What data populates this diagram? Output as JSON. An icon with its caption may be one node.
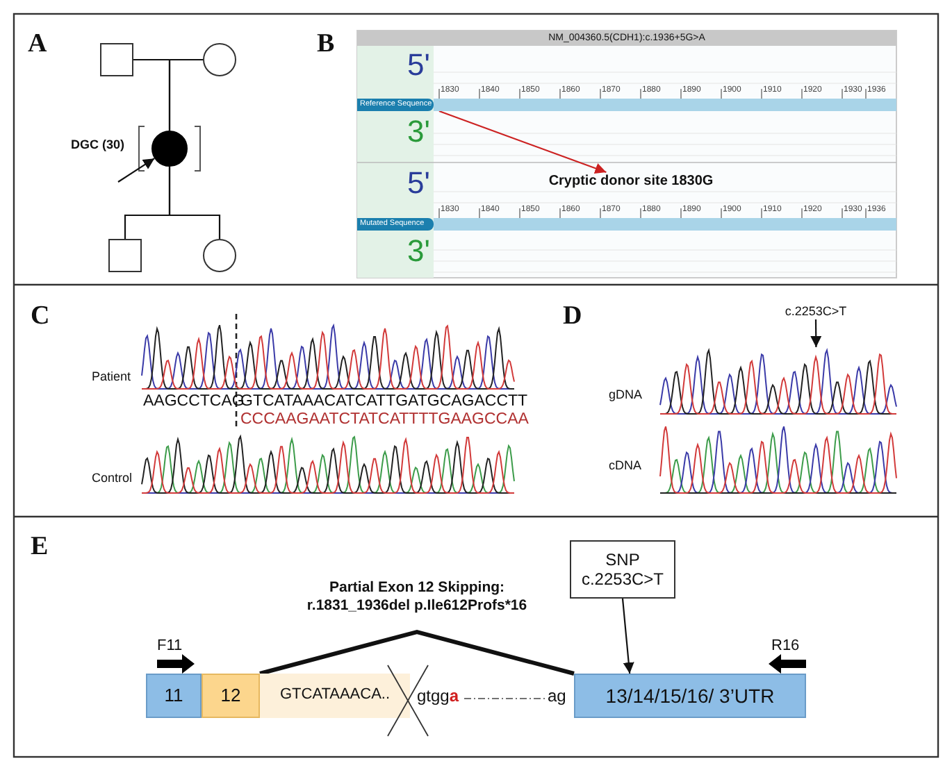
{
  "diagram": {
    "nodes": [
      {
        "text": [],
        "shape": "box"
      },
      {
        "text": [],
        "shape": "circle"
      },
      {
        "text": [],
        "shape": "circle",
        "beside": [
          "DGC (30)"
        ]
      },
      {
        "text": [],
        "shape": "box"
      },
      {
        "text": [],
        "shape": "circle"
      },
      {
        "text": [],
        "shape": "bar"
      },
      {
        "text": [
          "Cryptic donor site 1830G"
        ]
      },
      {
        "text": [
          "c.2253C>T"
        ]
      },
      {
        "text": [],
        "shape": "picture"
      },
      {
        "text": [
          "11"
        ]
      },
      {
        "text": [
          "12"
        ]
      },
      {
        "text": [
          "GTCATAAACA.."
        ]
      },
      {
        "text": [
          "13/14/15/16/ 3’UTR"
        ]
      },
      {
        "text": [
          "SNP c.2253C>T"
        ]
      }
    ],
    "edges": [
      {
        "from": 0,
        "to": 1,
        "arrow": "none"
      },
      {
        "from": 0,
        "to": 2,
        "arrow": "none"
      },
      {
        "from": 1,
        "to": 2,
        "arrow": "none"
      },
      {
        "from": 2,
        "to": 3,
        "arrow": "none"
      },
      {
        "from": 2,
        "to": 4,
        "arrow": "none"
      },
      {
        "from": null,
        "to": 2,
        "arrow": "to"
      },
      {
        "from": 5,
        "to": 6,
        "arrow": "to",
        "color": "#cc2222"
      },
      {
        "from": 7,
        "to": 8,
        "arrow": "to"
      },
      {
        "from": 10,
        "to": 12,
        "arrow": "none",
        "style": "thick",
        "label": "Partial Exon 12 Skipping: r.1831_1936del p.Ile612Profs*16"
      },
      {
        "from": 13,
        "to": 12,
        "arrow": "to"
      }
    ],
    "labels": [
      "A",
      "B",
      "NM_004360.5(CDH1):c.1936+5G>A",
      "5'",
      "1830",
      "1840",
      "1850",
      "1860",
      "1870",
      "1880",
      "1890",
      "1900",
      "1910",
      "1920",
      "1930",
      "1936",
      "Reference Sequence",
      "3'",
      "5'",
      "1830",
      "1840",
      "1850",
      "1860",
      "1870",
      "1880",
      "1890",
      "1900",
      "1910",
      "1920",
      "1930",
      "1936",
      "Mutated Sequence",
      "3'",
      "C",
      "Patient",
      "AAGCCTCAG",
      "GTCATAAACATCATTGATGCAGACCTT",
      "CCCAAGAATCTATCATTTTGAAGCCAA",
      "Control",
      "D",
      "gDNA",
      "cDNA",
      "E",
      "F11",
      "R16",
      "gtgg**a**",
      "ag"
    ]
  }
}
